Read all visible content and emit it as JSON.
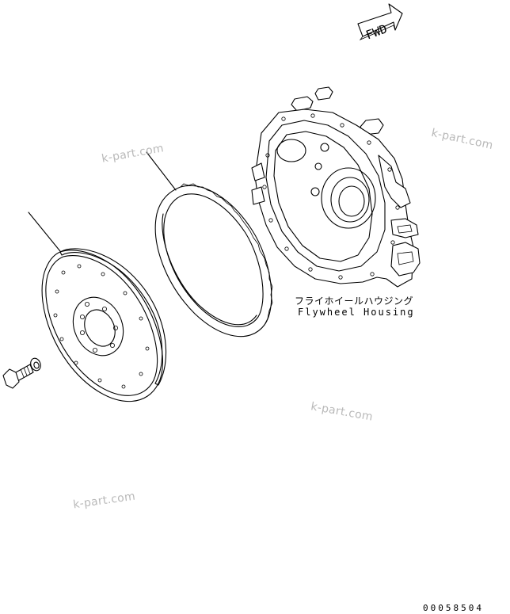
{
  "fwd_label": "FWD",
  "housing_label_jp": "フライホイールハウジング",
  "housing_label_en": "Flywheel Housing",
  "watermarks": [
    "k-part.com",
    "k-part.com",
    "k-part.com",
    "k-part.com"
  ],
  "drawing_number": "00058504"
}
